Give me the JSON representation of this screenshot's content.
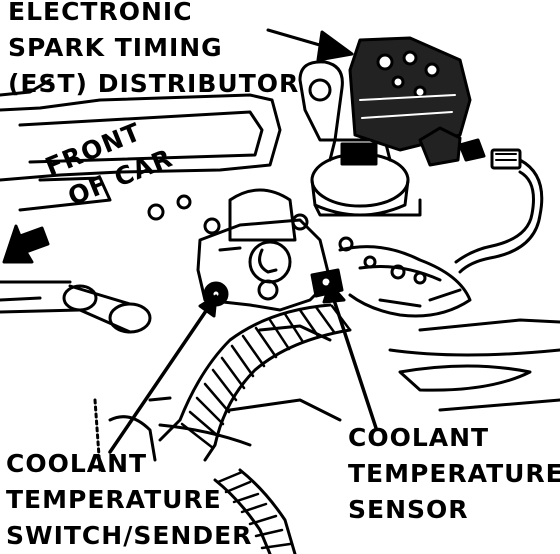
{
  "labels": {
    "est_distributor": [
      "ELECTRONIC",
      "SPARK TIMING",
      "(EST) DISTRIBUTOR"
    ],
    "front_of_car": [
      "FRONT",
      "OF CAR"
    ],
    "coolant_switch": [
      "COOLANT",
      "TEMPERATURE",
      "SWITCH/SENDER"
    ],
    "coolant_sensor": [
      "COOLANT",
      "TEMPERATURE",
      "SENSOR"
    ]
  },
  "colors": {
    "ink": "#000000",
    "paper": "#ffffff"
  }
}
